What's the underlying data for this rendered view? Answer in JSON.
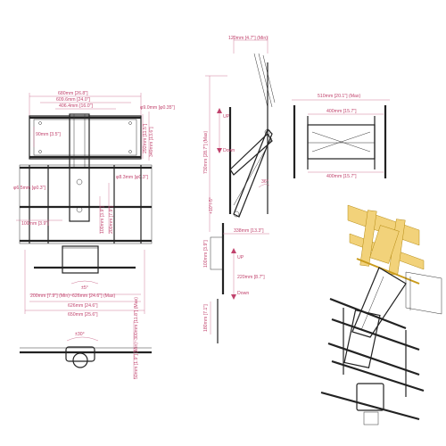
{
  "front_view": {
    "width_680": "680mm [26.8\"]",
    "width_609": "609.6mm [24.0\"]",
    "width_406": "406.4mm [16.0\"]",
    "hole_large": "φ9.0mm [φ0.35\"]",
    "height_292": "292mm [11.5\"]",
    "height_349": "349mm [13.6\"]",
    "slot_90": "90mm [3.5\"]",
    "hole_small": "φ8.3mm [φ0.3\"]",
    "hole_65": "φ6.5mm [φ0.3\"]",
    "dim_100_left": "100mm [3.9\"]",
    "dim_100_vert": "100mm [3.9\"]",
    "dim_200_vert": "200mm [7.9\"]",
    "tilt_angle": "±5°",
    "range_200_626": "200mm [7.9\"] (Min)~626mm [24.6\"] (Max)",
    "width_626": "626mm [24.6\"]",
    "width_650": "650mm [25.6\"]"
  },
  "bottom_view": {
    "swivel": "±30°",
    "height_range": "50mm [1.9\"] (Min)~300mm [11.8\"] (Max)"
  },
  "side_view": {
    "offset_120": "120mm [4.7\"] (Min)",
    "height_730": "730mm [28.7\"] (Max)",
    "up_label": "UP",
    "down_label": "Down",
    "angle_36": "36°",
    "tilt_small": "+10°/-5°",
    "depth_338": "338mm [13.3\"]",
    "dim_100": "100mm [3.9\"]",
    "travel_220": "220mm [8.7\"]",
    "dim_180": "180mm [7.1\"]",
    "up_label_2": "UP",
    "down_label_2": "Down"
  },
  "right_view": {
    "width_510": "510mm [20.1\"] (Max)",
    "width_400_top": "400mm [15.7\"]",
    "width_400_bottom": "400mm [15.7\"]"
  },
  "colors": {
    "dimension_text": "#c1436d",
    "dimension_line": "#d07a98",
    "accent_line": "#5a86c8",
    "outline": "#222222",
    "highlight_yellow": "#f2d27a"
  }
}
